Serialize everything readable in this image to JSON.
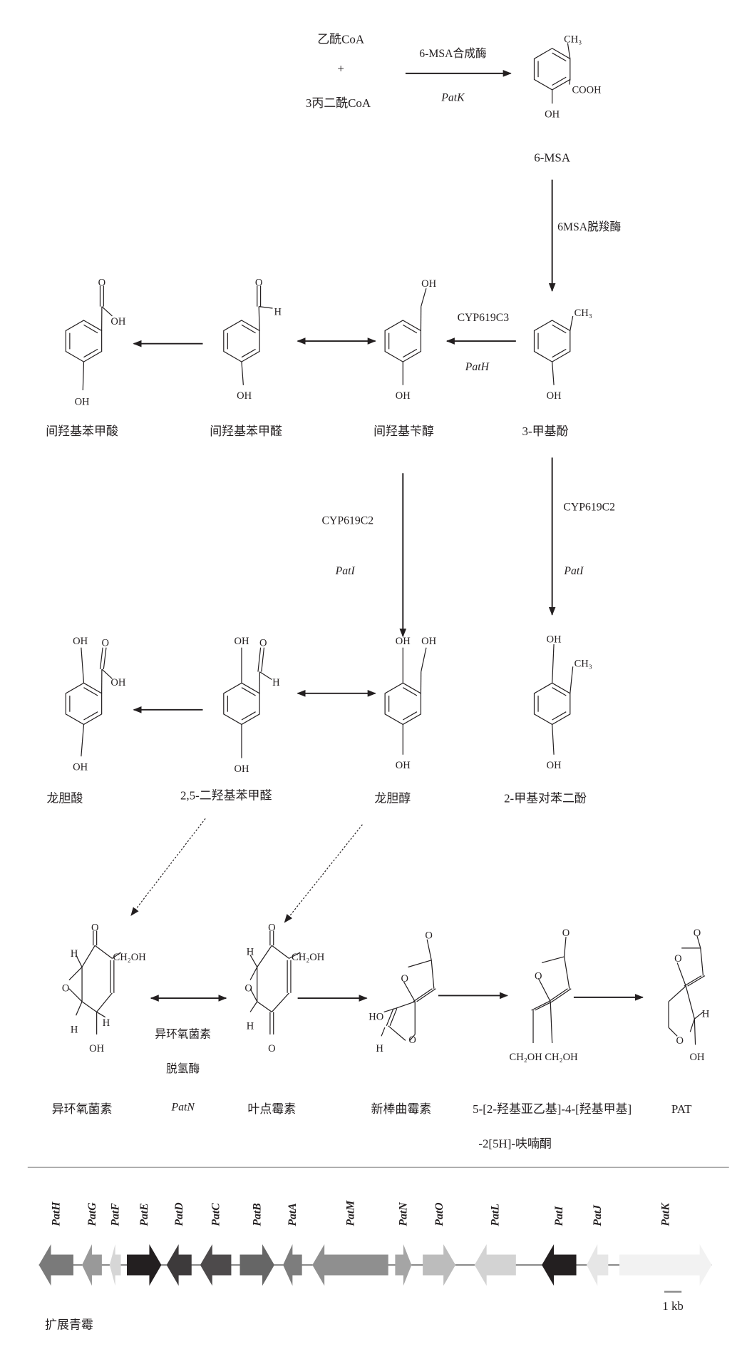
{
  "start": {
    "reactant1": "乙酰CoA",
    "plus": "+",
    "reactant2": "3丙二酰CoA"
  },
  "enzymes": {
    "msa_synthase": "6-MSA合成酶",
    "msa_synthase_gene": "PatK",
    "decarboxylase": "6MSA脱羧酶",
    "cyp619c3": "CYP619C3",
    "cyp619c3_gene": "PatH",
    "cyp619c2_a": "CYP619C2",
    "cyp619c2_a_gene": "PatI",
    "cyp619c2_b": "CYP619C2",
    "cyp619c2_b_gene": "PatI",
    "dehydrogenase_l1": "异环氧菌素",
    "dehydrogenase_l2": "脱氢酶",
    "dehydrogenase_gene": "PatN"
  },
  "molecules": [
    {
      "name": "6-MSA",
      "atoms": [
        "CH₃",
        "COOH",
        "OH"
      ]
    },
    {
      "name": "3-甲基酚",
      "atoms": [
        "CH₃",
        "OH"
      ]
    },
    {
      "name": "间羟基苄醇",
      "atoms": [
        "OH",
        "OH"
      ]
    },
    {
      "name": "间羟基苯甲醛",
      "atoms": [
        "O",
        "H",
        "OH"
      ]
    },
    {
      "name": "间羟基苯甲酸",
      "atoms": [
        "O",
        "OH",
        "OH"
      ]
    },
    {
      "name": "龙胆酸",
      "atoms": [
        "OH",
        "O",
        "OH",
        "OH"
      ]
    },
    {
      "name": "2,5-二羟基苯甲醛",
      "atoms": [
        "OH",
        "O",
        "H",
        "OH"
      ]
    },
    {
      "name": "龙胆醇",
      "atoms": [
        "OH",
        "OH",
        "OH"
      ]
    },
    {
      "name": "2-甲基对苯二酚",
      "atoms": [
        "OH",
        "CH₃",
        "OH"
      ]
    },
    {
      "name": "异环氧菌素",
      "atoms": [
        "O",
        "H",
        "CH₂OH",
        "O",
        "H",
        "H",
        "OH"
      ]
    },
    {
      "name": "叶点霉素",
      "atoms": [
        "O",
        "H",
        "CH₂OH",
        "O",
        "H",
        "O"
      ]
    },
    {
      "name": "新棒曲霉素",
      "atoms": [
        "O",
        "O",
        "HO",
        "H",
        "O"
      ]
    },
    {
      "name": "5-[2-羟基亚乙基]-4-[羟基甲基]",
      "name2": "-2[5H]-呋喃酮",
      "atoms": [
        "O",
        "O",
        "CH₂OH CH₂OH"
      ]
    },
    {
      "name": "PAT",
      "atoms": [
        "O",
        "O",
        "H",
        "O",
        "OH"
      ]
    }
  ],
  "genes": [
    {
      "name": "PatH",
      "direction": "left",
      "color": "#7a7a7a"
    },
    {
      "name": "PatG",
      "direction": "left",
      "color": "#999999"
    },
    {
      "name": "PatF",
      "direction": "left",
      "color": "#d6d6d6"
    },
    {
      "name": "PatE",
      "direction": "right",
      "color": "#231f20"
    },
    {
      "name": "PatD",
      "direction": "left",
      "color": "#3d3a3b"
    },
    {
      "name": "PatC",
      "direction": "left",
      "color": "#4d4a4b"
    },
    {
      "name": "PatB",
      "direction": "right",
      "color": "#666666"
    },
    {
      "name": "PatA",
      "direction": "left",
      "color": "#7d7d7d"
    },
    {
      "name": "PatM",
      "direction": "left",
      "color": "#8f8f8f"
    },
    {
      "name": "PatN",
      "direction": "right",
      "color": "#a5a5a5"
    },
    {
      "name": "PatO",
      "direction": "right",
      "color": "#bcbcbc"
    },
    {
      "name": "PatL",
      "direction": "left",
      "color": "#d3d3d3"
    },
    {
      "name": "PatI",
      "direction": "left",
      "color": "#231f20"
    },
    {
      "name": "PatJ",
      "direction": "left",
      "color": "#e6e6e6"
    },
    {
      "name": "PatK",
      "direction": "right",
      "color": "#f2f2f2"
    }
  ],
  "scale_label": "1 kb",
  "species": "扩展青霉"
}
